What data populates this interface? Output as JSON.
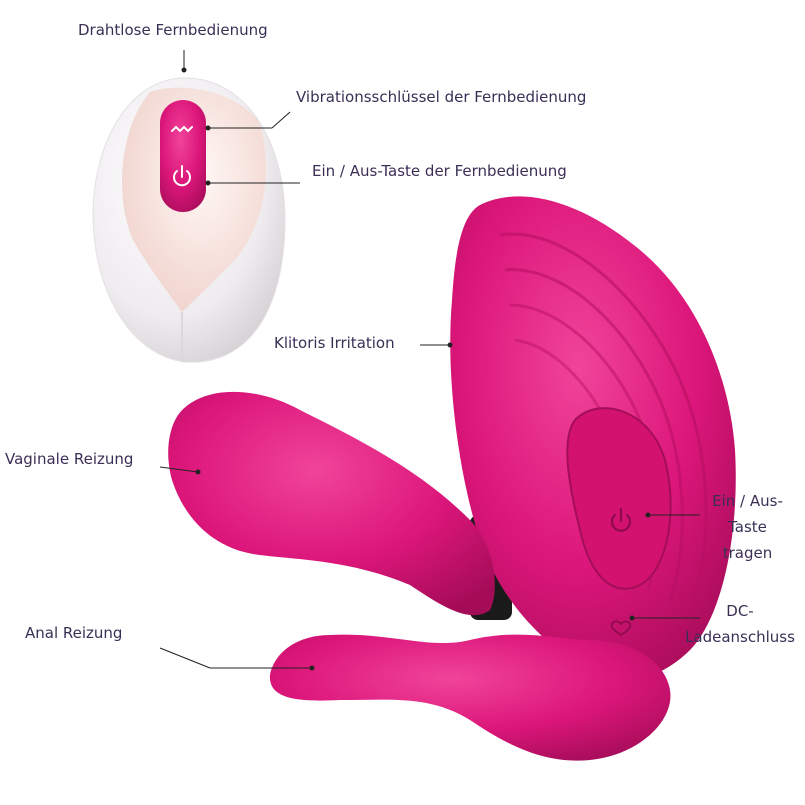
{
  "labels": {
    "remote": "Drahtlose Fernbedienung",
    "vibration_key": "Vibrationsschlüssel der Fernbedienung",
    "remote_power": "Ein / Aus-Taste der Fernbedienung",
    "clitoris": "Klitoris Irritation",
    "vaginal": "Vaginale Reizung",
    "anal": "Anal Reizung",
    "power_line1": "Ein / Aus-",
    "power_line2": "Taste",
    "power_line3": "tragen",
    "dc_line1": "DC-",
    "dc_line2": "Ladeanschluss"
  },
  "colors": {
    "product": "#e0187a",
    "product_dark": "#a90f5c",
    "remote_shell": "#f2eff1",
    "text": "#3a2f55",
    "leader": "#222222"
  },
  "icons": [
    "wave-icon",
    "power-icon",
    "heart-icon"
  ]
}
